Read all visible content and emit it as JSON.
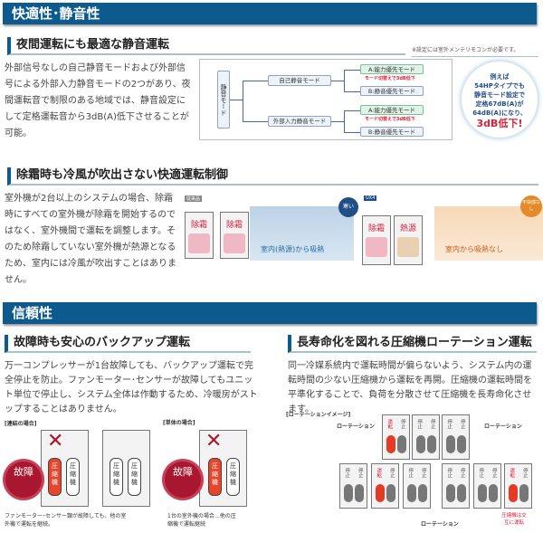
{
  "section1": {
    "title": "快適性･静音性",
    "quiet": {
      "heading": "夜間運転にも最適な静音運転",
      "note": "※設定には室外メンテリモコンが必要です。",
      "text": "外部信号なしの自己静音モードおよび外部信号による外部入力静音モードの2つがあり、夜間運転音で制限のある地域では、静音設定にして定格運転音から3dB(A)低下させることが可能。",
      "diagram": {
        "root": "静音モード",
        "branches": [
          {
            "label": "自己静音モード",
            "a": "A:能力優先モード",
            "drop": "モード切替えで3dB低下",
            "b": "B:静音優先モード"
          },
          {
            "label": "外部入力静音モード",
            "a": "A:能力優先モード",
            "drop": "モード切替えで3dB低下",
            "b": "B:静音優先モード"
          }
        ]
      },
      "callout": {
        "lines": [
          "例えば",
          "54HPタイプでも",
          "静音モード設定で",
          "定格67dB(A)が",
          "64dB(A)になり、"
        ],
        "emphasis": "3dB低下!"
      }
    },
    "defrost": {
      "heading": "除霜時も冷風が吹出さない快適運転制御",
      "text": "室外機が2台以上のシステムの場合、除霜時にすべての室外機が除霜を開始するのではなく、室外機間で運転を調整します。そのため除霜していない室外機が熱源となるため、室内には冷風が吹出すことはありません。",
      "left": {
        "tag": "従来品",
        "unit1": "除霜",
        "unit2": "除霜",
        "badge": "寒い",
        "caption": "室内(熱源)から吸熱"
      },
      "right": {
        "tag": "UX4",
        "unit1": "除霜",
        "unit2": "熱源",
        "badge": "不快感なし",
        "caption": "室内から吸熱なし"
      }
    }
  },
  "section2": {
    "title": "信頼性",
    "backup": {
      "heading": "故障時も安心のバックアップ運転",
      "text": "万一コンプレッサーが1台故障しても、バックアップ運転で完全停止を防止。ファンモーター･センサーが故障してもユニット単位で停止し、システム全体は作動するため、冷暖房がストップすることはありません。",
      "linked_label": "[連結の場合]",
      "single_label": "[単体の場合]",
      "fault": "故障",
      "compressor": "圧縮機",
      "linked_caption": "ファンモーター･センサー類が故障しても、他の室外機で運転を継続。",
      "single_caption": "1台の室外機の場合…他の圧縮機で運転継続"
    },
    "rotation": {
      "heading": "長寿命化を図れる圧縮機ローテーション運転",
      "text": "同一冷媒系統内で運転時間が偏らないよう、システム内の運転時間の少ない圧縮機から運転を再開。圧縮機の運転時間を平準化することで、負荷を分散させて圧縮機を長寿命化させます。",
      "image_label": "[ローテーションイメージ]",
      "rotation_label": "ローテーション",
      "run": "運転",
      "stop": "停止",
      "alternate_note": "圧縮機は交互に運転"
    }
  }
}
